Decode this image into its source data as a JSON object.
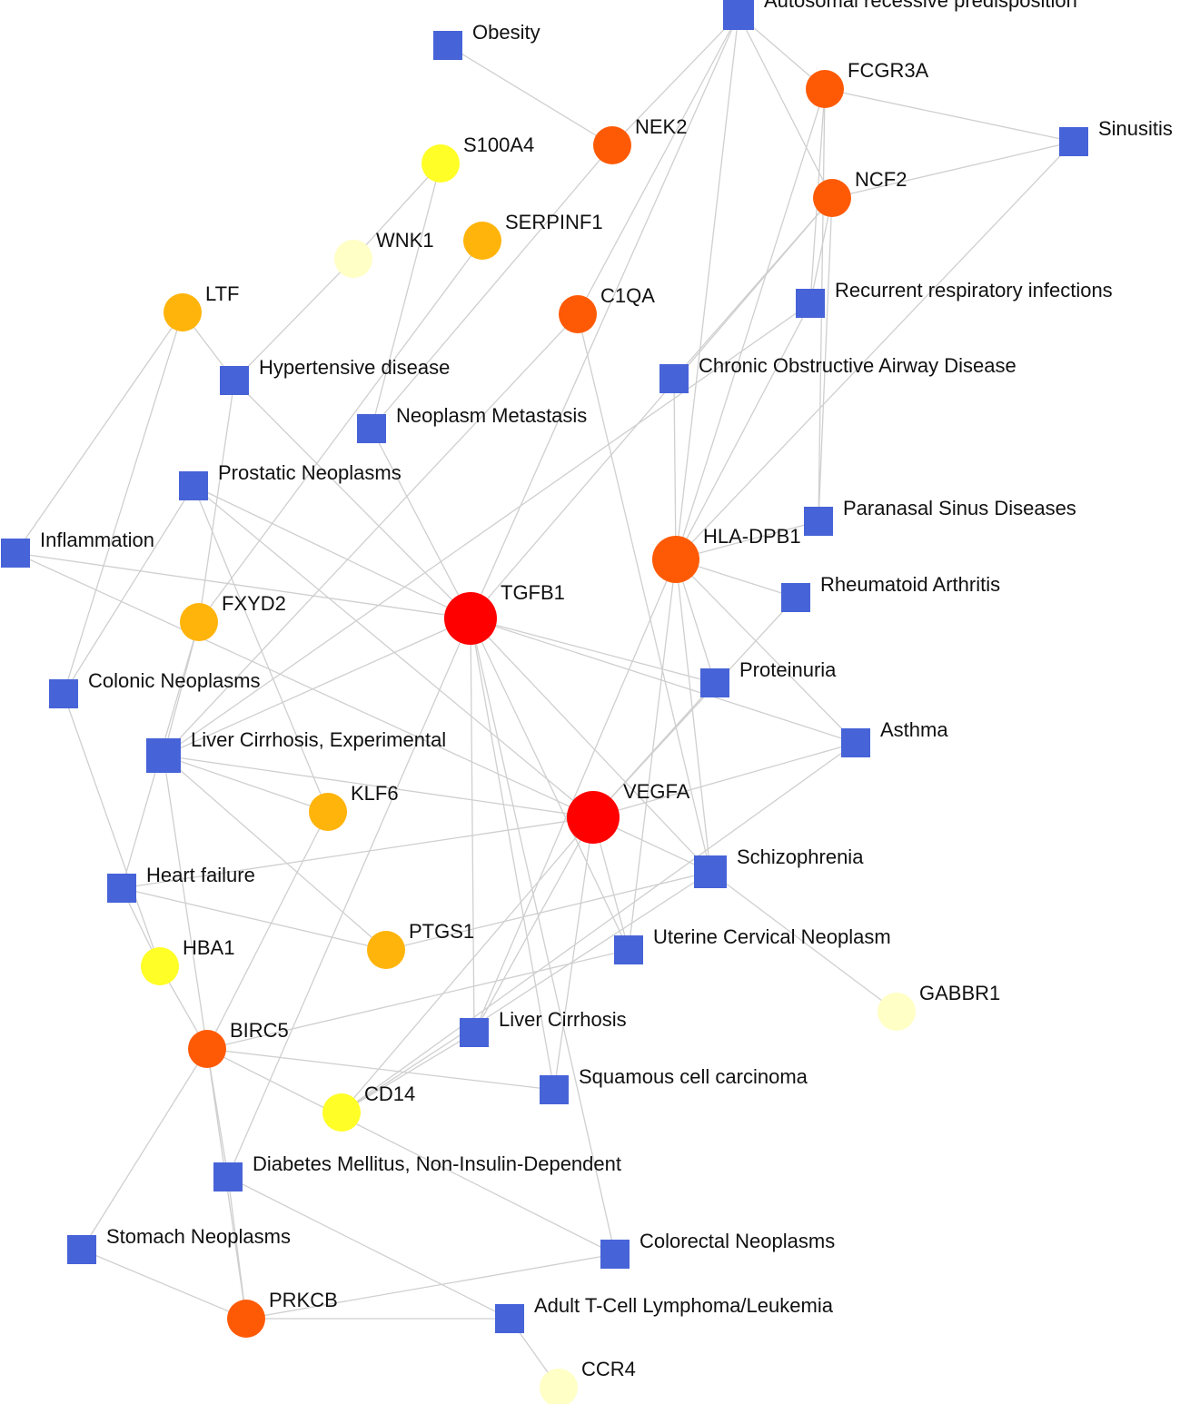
{
  "colors": {
    "disease": "#4763d8",
    "edge": "#cfcfcf",
    "degree_high": "#ff0000",
    "degree_mid_high": "#fe5a06",
    "degree_mid": "#ffb40b",
    "degree_low": "#ffff27",
    "degree_lowest": "#ffffc6"
  },
  "nodes": [
    {
      "id": "autosomal",
      "label": "Autosomal recessive predisposition",
      "kind": "disease"
    },
    {
      "id": "obesity",
      "label": "Obesity",
      "kind": "disease"
    },
    {
      "id": "fcgr3a",
      "label": "FCGR3A",
      "kind": "gene",
      "level": "degree_mid_high"
    },
    {
      "id": "sinusitis",
      "label": "Sinusitis",
      "kind": "disease"
    },
    {
      "id": "nek2",
      "label": "NEK2",
      "kind": "gene",
      "level": "degree_mid_high"
    },
    {
      "id": "s100a4",
      "label": "S100A4",
      "kind": "gene",
      "level": "degree_low"
    },
    {
      "id": "ncf2",
      "label": "NCF2",
      "kind": "gene",
      "level": "degree_mid_high"
    },
    {
      "id": "serpinf1",
      "label": "SERPINF1",
      "kind": "gene",
      "level": "degree_mid"
    },
    {
      "id": "wnk1",
      "label": "WNK1",
      "kind": "gene",
      "level": "degree_lowest"
    },
    {
      "id": "ltf",
      "label": "LTF",
      "kind": "gene",
      "level": "degree_mid"
    },
    {
      "id": "c1qa",
      "label": "C1QA",
      "kind": "gene",
      "level": "degree_mid_high"
    },
    {
      "id": "recurrent",
      "label": "Recurrent respiratory infections",
      "kind": "disease"
    },
    {
      "id": "hypertensive",
      "label": "Hypertensive disease",
      "kind": "disease"
    },
    {
      "id": "copd",
      "label": "Chronic Obstructive Airway Disease",
      "kind": "disease"
    },
    {
      "id": "neometa",
      "label": "Neoplasm Metastasis",
      "kind": "disease"
    },
    {
      "id": "prostatic",
      "label": "Prostatic Neoplasms",
      "kind": "disease"
    },
    {
      "id": "paranasal",
      "label": "Paranasal Sinus Diseases",
      "kind": "disease"
    },
    {
      "id": "inflammation",
      "label": "Inflammation",
      "kind": "disease"
    },
    {
      "id": "hladpb1",
      "label": "HLA-DPB1",
      "kind": "gene",
      "level": "degree_mid_high",
      "big": true
    },
    {
      "id": "rheumatoid",
      "label": "Rheumatoid Arthritis",
      "kind": "disease"
    },
    {
      "id": "fxyd2",
      "label": "FXYD2",
      "kind": "gene",
      "level": "degree_mid"
    },
    {
      "id": "tgfb1",
      "label": "TGFB1",
      "kind": "gene",
      "level": "degree_high",
      "big": true
    },
    {
      "id": "proteinuria",
      "label": "Proteinuria",
      "kind": "disease"
    },
    {
      "id": "colonic",
      "label": "Colonic Neoplasms",
      "kind": "disease"
    },
    {
      "id": "asthma",
      "label": "Asthma",
      "kind": "disease"
    },
    {
      "id": "livercirrexp",
      "label": "Liver Cirrhosis, Experimental",
      "kind": "disease"
    },
    {
      "id": "klf6",
      "label": "KLF6",
      "kind": "gene",
      "level": "degree_mid"
    },
    {
      "id": "vegfa",
      "label": "VEGFA",
      "kind": "gene",
      "level": "degree_high",
      "big": true
    },
    {
      "id": "schizophrenia",
      "label": "Schizophrenia",
      "kind": "disease"
    },
    {
      "id": "heartfailure",
      "label": "Heart failure",
      "kind": "disease"
    },
    {
      "id": "uterine",
      "label": "Uterine Cervical Neoplasm",
      "kind": "disease"
    },
    {
      "id": "ptgs1",
      "label": "PTGS1",
      "kind": "gene",
      "level": "degree_mid"
    },
    {
      "id": "hba1",
      "label": "HBA1",
      "kind": "gene",
      "level": "degree_low"
    },
    {
      "id": "gabbr1",
      "label": "GABBR1",
      "kind": "gene",
      "level": "degree_lowest"
    },
    {
      "id": "livercirr",
      "label": "Liver Cirrhosis",
      "kind": "disease"
    },
    {
      "id": "birc5",
      "label": "BIRC5",
      "kind": "gene",
      "level": "degree_mid_high"
    },
    {
      "id": "squamous",
      "label": "Squamous cell carcinoma",
      "kind": "disease"
    },
    {
      "id": "cd14",
      "label": "CD14",
      "kind": "gene",
      "level": "degree_low"
    },
    {
      "id": "diabetes",
      "label": "Diabetes Mellitus, Non-Insulin-Dependent",
      "kind": "disease"
    },
    {
      "id": "stomach",
      "label": "Stomach Neoplasms",
      "kind": "disease"
    },
    {
      "id": "colorectal",
      "label": "Colorectal Neoplasms",
      "kind": "disease"
    },
    {
      "id": "prkcb",
      "label": "PRKCB",
      "kind": "gene",
      "level": "degree_mid_high"
    },
    {
      "id": "atl",
      "label": "Adult T-Cell Lymphoma/Leukemia",
      "kind": "disease"
    },
    {
      "id": "ccr4",
      "label": "CCR4",
      "kind": "gene",
      "level": "degree_lowest"
    }
  ],
  "edges": [
    [
      "autosomal",
      "nek2"
    ],
    [
      "autosomal",
      "c1qa"
    ],
    [
      "autosomal",
      "hladpb1"
    ],
    [
      "autosomal",
      "ncf2"
    ],
    [
      "autosomal",
      "fcgr3a"
    ],
    [
      "autosomal",
      "tgfb1"
    ],
    [
      "obesity",
      "nek2"
    ],
    [
      "fcgr3a",
      "sinusitis"
    ],
    [
      "fcgr3a",
      "recurrent"
    ],
    [
      "fcgr3a",
      "paranasal"
    ],
    [
      "fcgr3a",
      "hladpb1"
    ],
    [
      "ncf2",
      "sinusitis"
    ],
    [
      "ncf2",
      "recurrent"
    ],
    [
      "ncf2",
      "paranasal"
    ],
    [
      "ncf2",
      "copd"
    ],
    [
      "ncf2",
      "tgfb1"
    ],
    [
      "sinusitis",
      "hladpb1"
    ],
    [
      "nek2",
      "neometa"
    ],
    [
      "s100a4",
      "wnk1"
    ],
    [
      "s100a4",
      "neometa"
    ],
    [
      "wnk1",
      "hypertensive"
    ],
    [
      "serpinf1",
      "fxyd2"
    ],
    [
      "ltf",
      "hypertensive"
    ],
    [
      "ltf",
      "inflammation"
    ],
    [
      "ltf",
      "colonic"
    ],
    [
      "c1qa",
      "schizophrenia"
    ],
    [
      "c1qa",
      "livercirrexp"
    ],
    [
      "recurrent",
      "hladpb1"
    ],
    [
      "recurrent",
      "livercirrexp"
    ],
    [
      "hypertensive",
      "tgfb1"
    ],
    [
      "hypertensive",
      "fxyd2"
    ],
    [
      "copd",
      "hladpb1"
    ],
    [
      "neometa",
      "tgfb1"
    ],
    [
      "prostatic",
      "tgfb1"
    ],
    [
      "prostatic",
      "klf6"
    ],
    [
      "prostatic",
      "colonic"
    ],
    [
      "prostatic",
      "vegfa"
    ],
    [
      "paranasal",
      "hladpb1"
    ],
    [
      "inflammation",
      "tgfb1"
    ],
    [
      "inflammation",
      "vegfa"
    ],
    [
      "hladpb1",
      "rheumatoid"
    ],
    [
      "hladpb1",
      "proteinuria"
    ],
    [
      "hladpb1",
      "asthma"
    ],
    [
      "hladpb1",
      "schizophrenia"
    ],
    [
      "hladpb1",
      "uterine"
    ],
    [
      "hladpb1",
      "livercirr"
    ],
    [
      "rheumatoid",
      "vegfa"
    ],
    [
      "fxyd2",
      "livercirrexp"
    ],
    [
      "fxyd2",
      "heartfailure"
    ],
    [
      "tgfb1",
      "proteinuria"
    ],
    [
      "tgfb1",
      "asthma"
    ],
    [
      "tgfb1",
      "schizophrenia"
    ],
    [
      "tgfb1",
      "uterine"
    ],
    [
      "tgfb1",
      "livercirr"
    ],
    [
      "tgfb1",
      "squamous"
    ],
    [
      "tgfb1",
      "diabetes"
    ],
    [
      "tgfb1",
      "livercirrexp"
    ],
    [
      "tgfb1",
      "colorectal"
    ],
    [
      "proteinuria",
      "vegfa"
    ],
    [
      "colonic",
      "hba1"
    ],
    [
      "asthma",
      "vegfa"
    ],
    [
      "asthma",
      "cd14"
    ],
    [
      "livercirrexp",
      "vegfa"
    ],
    [
      "livercirrexp",
      "klf6"
    ],
    [
      "livercirrexp",
      "ptgs1"
    ],
    [
      "livercirrexp",
      "birc5"
    ],
    [
      "klf6",
      "birc5"
    ],
    [
      "vegfa",
      "heartfailure"
    ],
    [
      "vegfa",
      "schizophrenia"
    ],
    [
      "vegfa",
      "uterine"
    ],
    [
      "vegfa",
      "livercirr"
    ],
    [
      "vegfa",
      "squamous"
    ],
    [
      "vegfa",
      "cd14"
    ],
    [
      "schizophrenia",
      "ptgs1"
    ],
    [
      "schizophrenia",
      "gabbr1"
    ],
    [
      "schizophrenia",
      "cd14"
    ],
    [
      "heartfailure",
      "ptgs1"
    ],
    [
      "heartfailure",
      "hba1"
    ],
    [
      "uterine",
      "birc5"
    ],
    [
      "hba1",
      "birc5"
    ],
    [
      "livercirr",
      "cd14"
    ],
    [
      "birc5",
      "squamous"
    ],
    [
      "birc5",
      "diabetes"
    ],
    [
      "birc5",
      "stomach"
    ],
    [
      "birc5",
      "colorectal"
    ],
    [
      "birc5",
      "prkcb"
    ],
    [
      "diabetes",
      "prkcb"
    ],
    [
      "diabetes",
      "atl"
    ],
    [
      "stomach",
      "prkcb"
    ],
    [
      "colorectal",
      "prkcb"
    ],
    [
      "prkcb",
      "atl"
    ],
    [
      "atl",
      "ccr4"
    ]
  ]
}
